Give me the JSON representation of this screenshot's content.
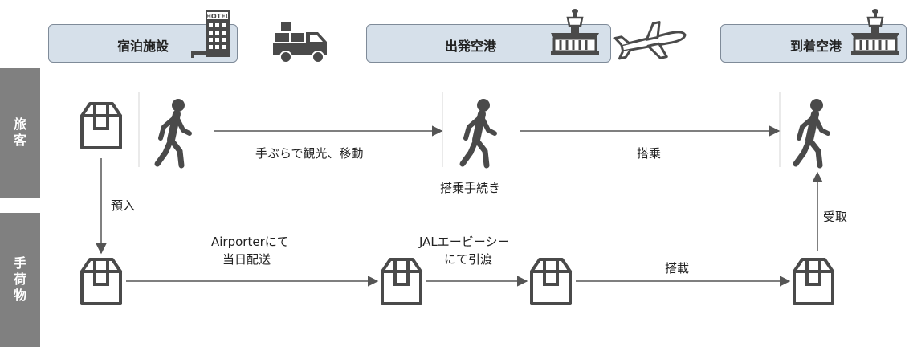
{
  "locations": {
    "hotel": "宿泊施設",
    "hotel_sign": "HOTEL",
    "departure_airport": "出発空港",
    "arrival_airport": "到着空港"
  },
  "rows": {
    "traveler": "旅\n客",
    "baggage": "手\n荷\n物"
  },
  "labels": {
    "hands_free": "手ぶらで観光、移動",
    "boarding": "搭乗",
    "checkin": "搭乗手続き",
    "deposit": "預入",
    "airporter_line1": "Airporterにて",
    "airporter_line2": "当日配送",
    "jal_line1": "JALエービーシー",
    "jal_line2": "にて引渡",
    "loading": "搭載",
    "receive": "受取"
  }
}
